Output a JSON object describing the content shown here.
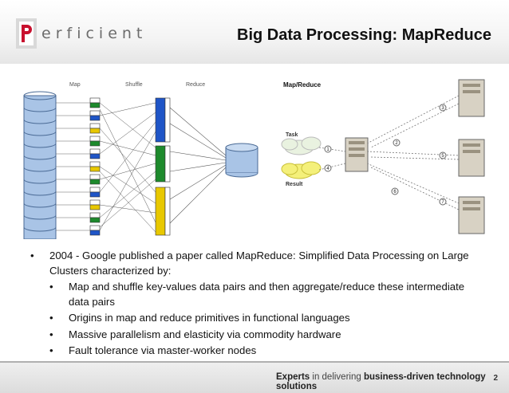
{
  "header": {
    "logo_text": "erficient",
    "title": "Big Data Processing: MapReduce"
  },
  "diagram_left": {
    "labels": {
      "map": "Map",
      "shuffle": "Shuffle",
      "reduce": "Reduce"
    },
    "colors": {
      "blue": "#1f55c7",
      "green": "#1d8a2c",
      "yellow": "#e8c800",
      "db": "#a9c4e6"
    }
  },
  "diagram_right": {
    "title": "Map/Reduce",
    "task_label": "Task",
    "result_label": "Result",
    "step_numbers": [
      "1",
      "2",
      "3",
      "4",
      "5",
      "6",
      "7"
    ]
  },
  "bullets": [
    {
      "text": "2004 - Google published a paper called MapReduce: Simplified Data Processing on Large Clusters characterized by:",
      "sub": [
        "Map and shuffle key-values data pairs and then aggregate/reduce these intermediate data pairs",
        "Origins in map and reduce primitives in functional languages",
        "Massive parallelism and elasticity via commodity hardware",
        "Fault tolerance via master-worker nodes"
      ]
    }
  ],
  "footer": {
    "t1": "Experts",
    "t2": " in delivering ",
    "t3": "business-driven",
    "t4": " technology solutions",
    "page": "2"
  }
}
